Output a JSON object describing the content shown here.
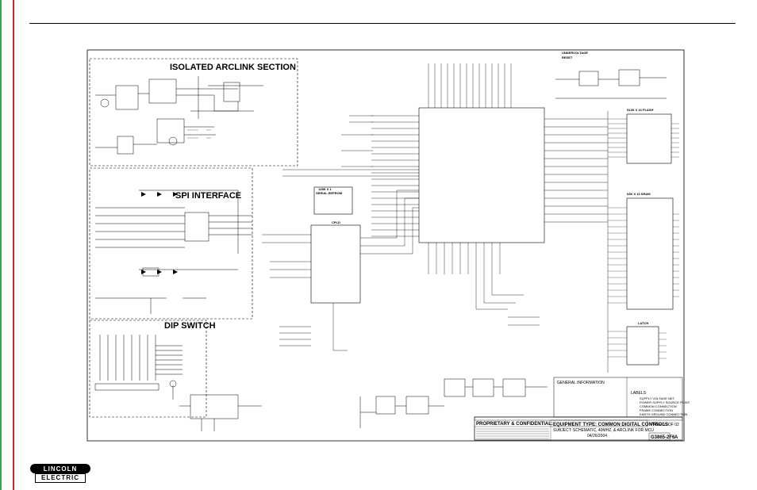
{
  "sections": {
    "isolated_arclink": "ISOLATED ARCLINK SECTION",
    "spi_interface": "SPI INTERFACE",
    "dip_switch": "DIP SWITCH",
    "flash": "512K X 16 FLASH",
    "sram": "64K X 16 SRAM",
    "latch": "LATCH",
    "undervoltage": "UNDERVOLTAGE",
    "reset": "RESET",
    "eeprom_1": "128K X 1",
    "eeprom_2": "SERIAL EEPROM",
    "cpld": "CPLD"
  },
  "title_block": {
    "proprietary": "PROPRIETARY & CONFIDENTIAL:",
    "equipment_type": "EQUIPMENT TYPE: COMMON DIGITAL CONTROLS",
    "subject": "SUBJECT: SCHEMATIC, 40MHZ, & ARCLINK FOR MCU",
    "page": "PAGE 01 OF 02",
    "date": "04/26/2004",
    "drawing_number": "G3865-2F6",
    "revision": "A",
    "general_info": "GENERAL INFORMATION",
    "labels": "LABELS"
  },
  "legend": {
    "items": [
      "SUPPLY VOLTAGE NET",
      "POWER SUPPLY SOURCE POINT",
      "COMMON CONNECTION",
      "FRAME CONNECTION",
      "EARTH GROUND CONNECTION"
    ]
  },
  "logo": {
    "line1": "LINCOLN",
    "line2": "ELECTRIC"
  },
  "colors": {
    "left_bar_green": "#2ea84a",
    "left_bar_red": "#d2232a",
    "ink": "#000000"
  }
}
